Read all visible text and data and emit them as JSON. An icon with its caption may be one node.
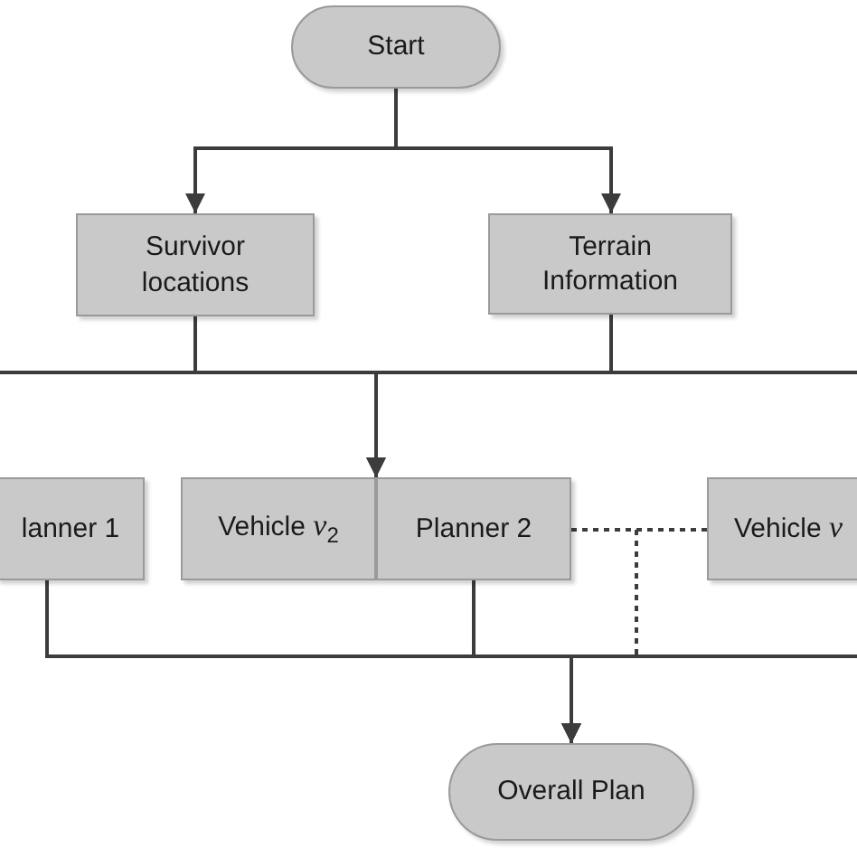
{
  "diagram": {
    "nodes": [
      {
        "text": [
          "Start"
        ]
      },
      {
        "text": [
          "Survivor locations"
        ]
      },
      {
        "text": [
          "Terrain Information"
        ]
      },
      {
        "text": [
          "lanner 1"
        ]
      },
      {
        "text": [
          "Vehicle *v*$_{2}$"
        ]
      },
      {
        "text": [
          "Planner 2"
        ]
      },
      {
        "text": [
          "Vehicle *v*"
        ]
      },
      {
        "text": [
          "Overall Plan"
        ]
      }
    ],
    "edges": [
      {
        "from": 0,
        "to": 1,
        "arrow": "to"
      },
      {
        "from": 0,
        "to": 2,
        "arrow": "to"
      },
      {
        "from": 1,
        "to": 4,
        "arrow": "to"
      },
      {
        "from": 2,
        "to": 4,
        "arrow": "to"
      },
      {
        "from": 1,
        "to": null,
        "arrow": "none"
      },
      {
        "from": 2,
        "to": null,
        "arrow": "none"
      },
      {
        "from": 3,
        "to": 7,
        "arrow": "to"
      },
      {
        "from": 5,
        "to": 7,
        "arrow": "to"
      },
      {
        "from": 5,
        "to": 6,
        "arrow": "none",
        "style": "dashed"
      },
      {
        "from": 5,
        "to": 7,
        "arrow": "to",
        "style": "dashed"
      },
      {
        "from": null,
        "to": 7,
        "arrow": "to"
      }
    ]
  }
}
